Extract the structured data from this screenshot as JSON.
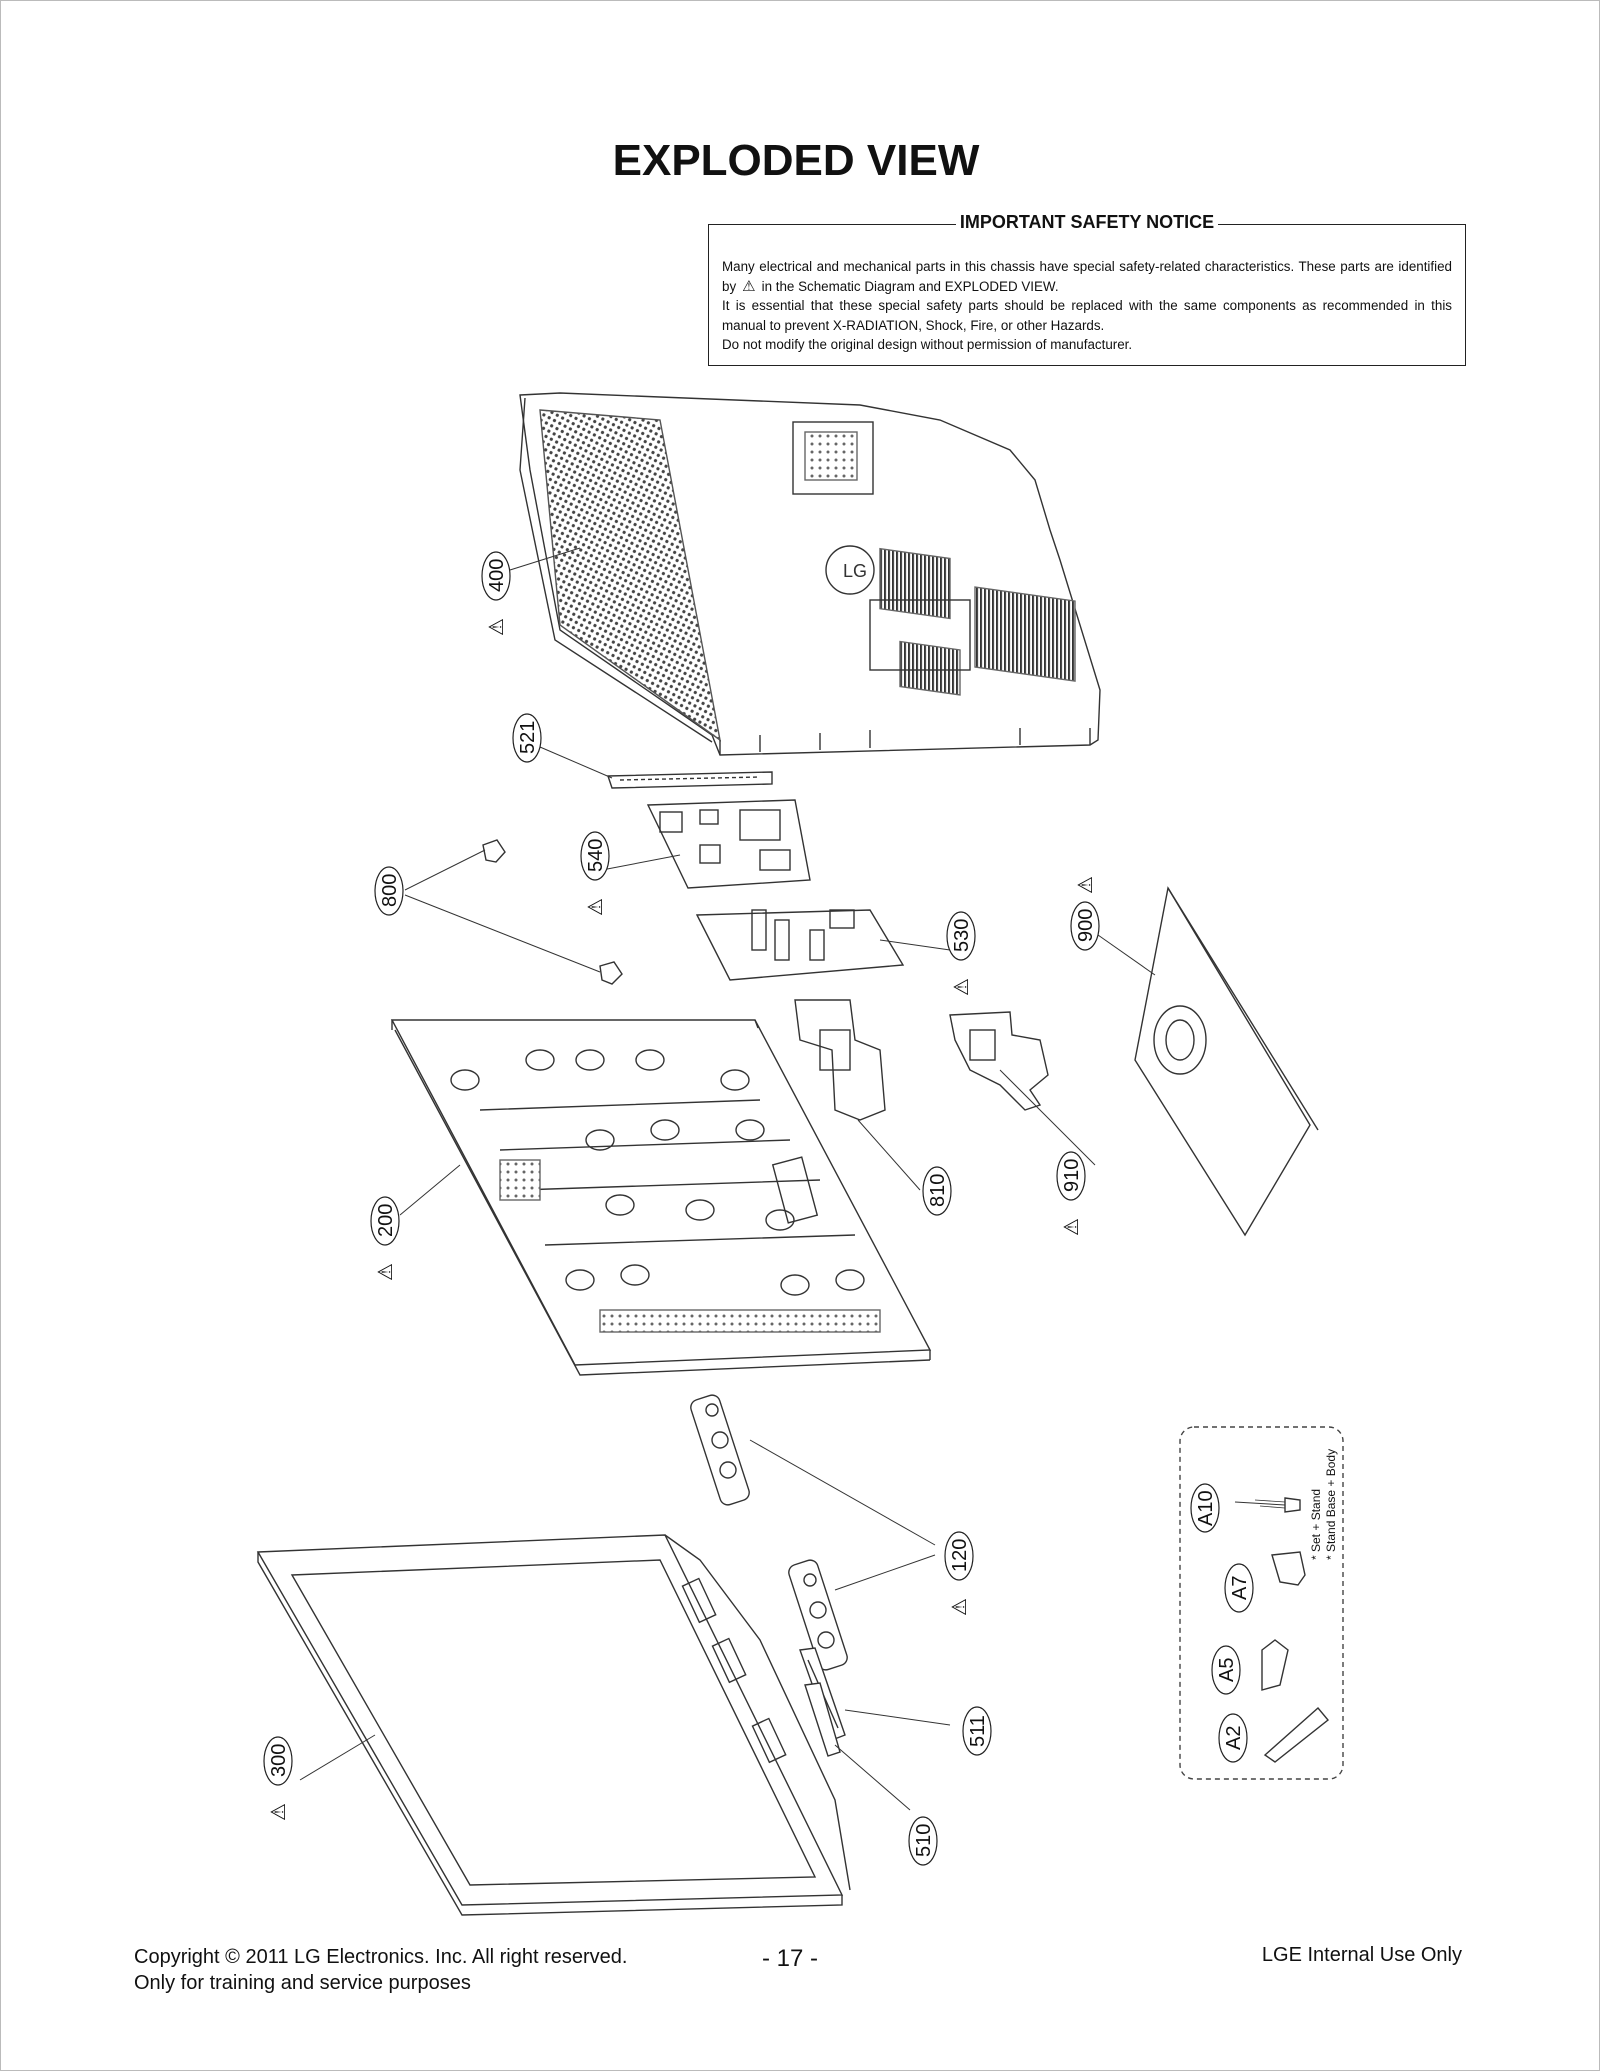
{
  "page": {
    "title": "EXPLODED VIEW",
    "page_number": "- 17 -"
  },
  "notice": {
    "title": "IMPORTANT SAFETY NOTICE",
    "line1": "Many electrical and mechanical parts in this chassis have special safety-related characteristics. These parts are identified by",
    "line1_tail": "in the Schematic Diagram and EXPLODED VIEW.",
    "line2": "It is essential that these special safety parts should be replaced with the same components as recommended in this manual to prevent X-RADIATION, Shock, Fire, or other Hazards.",
    "line3": "Do not modify the original design without permission of manufacturer."
  },
  "parts": {
    "p400": "400",
    "p521": "521",
    "p540": "540",
    "p800": "800",
    "p530": "530",
    "p900": "900",
    "p200": "200",
    "p810": "810",
    "p910": "910",
    "p120": "120",
    "p511": "511",
    "p300": "300",
    "p510": "510"
  },
  "inset": {
    "a10": "A10",
    "a7": "A7",
    "a5": "A5",
    "a2": "A2",
    "note1": "* Set + Stand",
    "note2": "* Stand Base + Body"
  },
  "footer": {
    "copyright": "Copyright © 2011 LG Electronics. Inc. All right reserved.",
    "training": "Only for training and service purposes",
    "internal": "LGE Internal Use Only"
  }
}
